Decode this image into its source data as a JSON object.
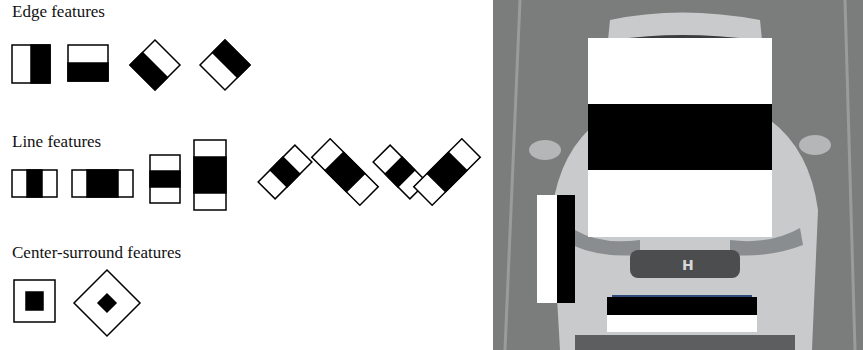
{
  "diagram": {
    "labels": [
      "Edge features",
      "Line features",
      "Center-surround features"
    ]
  }
}
